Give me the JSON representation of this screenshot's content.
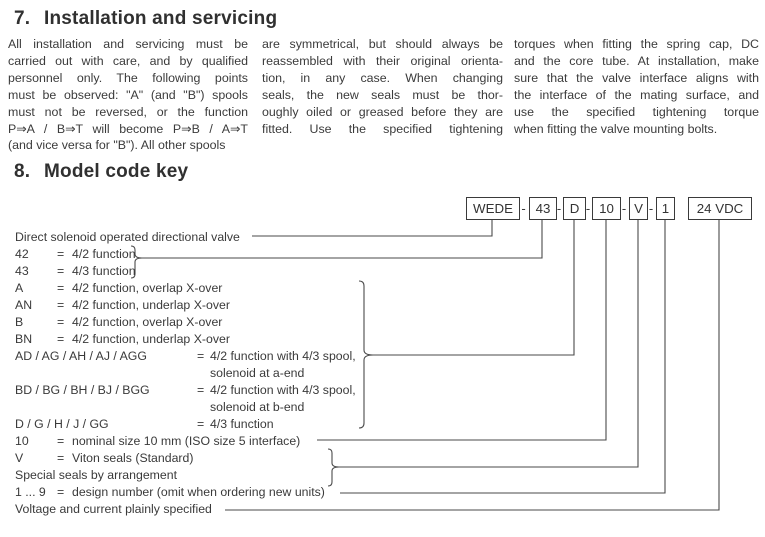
{
  "colors": {
    "ink": "#3a3a3a",
    "line": "#4a4a4a"
  },
  "section7": {
    "number": "7.",
    "title": "Installation and servicing",
    "columns": [
      {
        "lines": [
          "All installation and servicing must be",
          "carried out with care, and by qualified",
          "personnel only. The following points",
          "must be observed: \"A\" (and \"B\") spools",
          "must not be reversed, or the function",
          "P⇒A / B⇒T will become P⇒B / A⇒T",
          "(and vice versa for \"B\"). All other spools"
        ]
      },
      {
        "lines": [
          "are symmetrical, but should always be",
          "reassembled with their original orienta-",
          "tion, in any case. When changing",
          "seals, the new seals must be thor-",
          "oughly oiled or greased before they are",
          "fitted. Use the specified tightening"
        ]
      },
      {
        "lines": [
          "torques when fitting the spring cap, DC",
          "and the core tube. At installation, make",
          "sure that the valve interface aligns with",
          "the interface of the mating surface, and",
          "use the specified tightening torque",
          "when fitting the valve mounting bolts."
        ]
      }
    ]
  },
  "section8": {
    "number": "8.",
    "title": "Model code key",
    "code_boxes": {
      "segments": [
        "WEDE",
        "43",
        "D",
        "10",
        "V",
        "1"
      ],
      "separator": "-",
      "voltage_box": "24 VDC"
    },
    "rows": [
      {
        "label": "Direct solenoid operated directional valve"
      },
      {
        "code": "42",
        "eq": "=",
        "desc": "4/2 function"
      },
      {
        "code": "43",
        "eq": "=",
        "desc": "4/3 function"
      },
      {
        "code": "A",
        "eq": "=",
        "desc": "4/2 function, overlap X-over"
      },
      {
        "code": "AN",
        "eq": "=",
        "desc": "4/2 function, underlap X-over"
      },
      {
        "code": "B",
        "eq": "=",
        "desc": "4/2 function, overlap X-over"
      },
      {
        "code": "BN",
        "eq": "=",
        "desc": "4/2 function, underlap X-over"
      },
      {
        "code": "AD / AG / AH / AJ / AGG",
        "eq": "=",
        "desc": "4/2 function with 4/3 spool,",
        "desc2": "solenoid at a-end"
      },
      {
        "code": "BD / BG / BH / BJ / BGG",
        "eq": "=",
        "desc": "4/2 function with 4/3 spool,",
        "desc2": "solenoid at b-end"
      },
      {
        "code": "D / G / H / J / GG",
        "eq": "=",
        "desc": "4/3 function"
      },
      {
        "code": "10",
        "eq": "=",
        "desc": "nominal size 10 mm (ISO size 5 interface)"
      },
      {
        "code": "V",
        "eq": "=",
        "desc": "Viton seals (Standard)"
      },
      {
        "label": "Special seals by arrangement"
      },
      {
        "code": "1 ... 9",
        "eq": "=",
        "desc": "design number (omit when ordering new units)"
      },
      {
        "label": "Voltage and current plainly specified"
      }
    ]
  }
}
